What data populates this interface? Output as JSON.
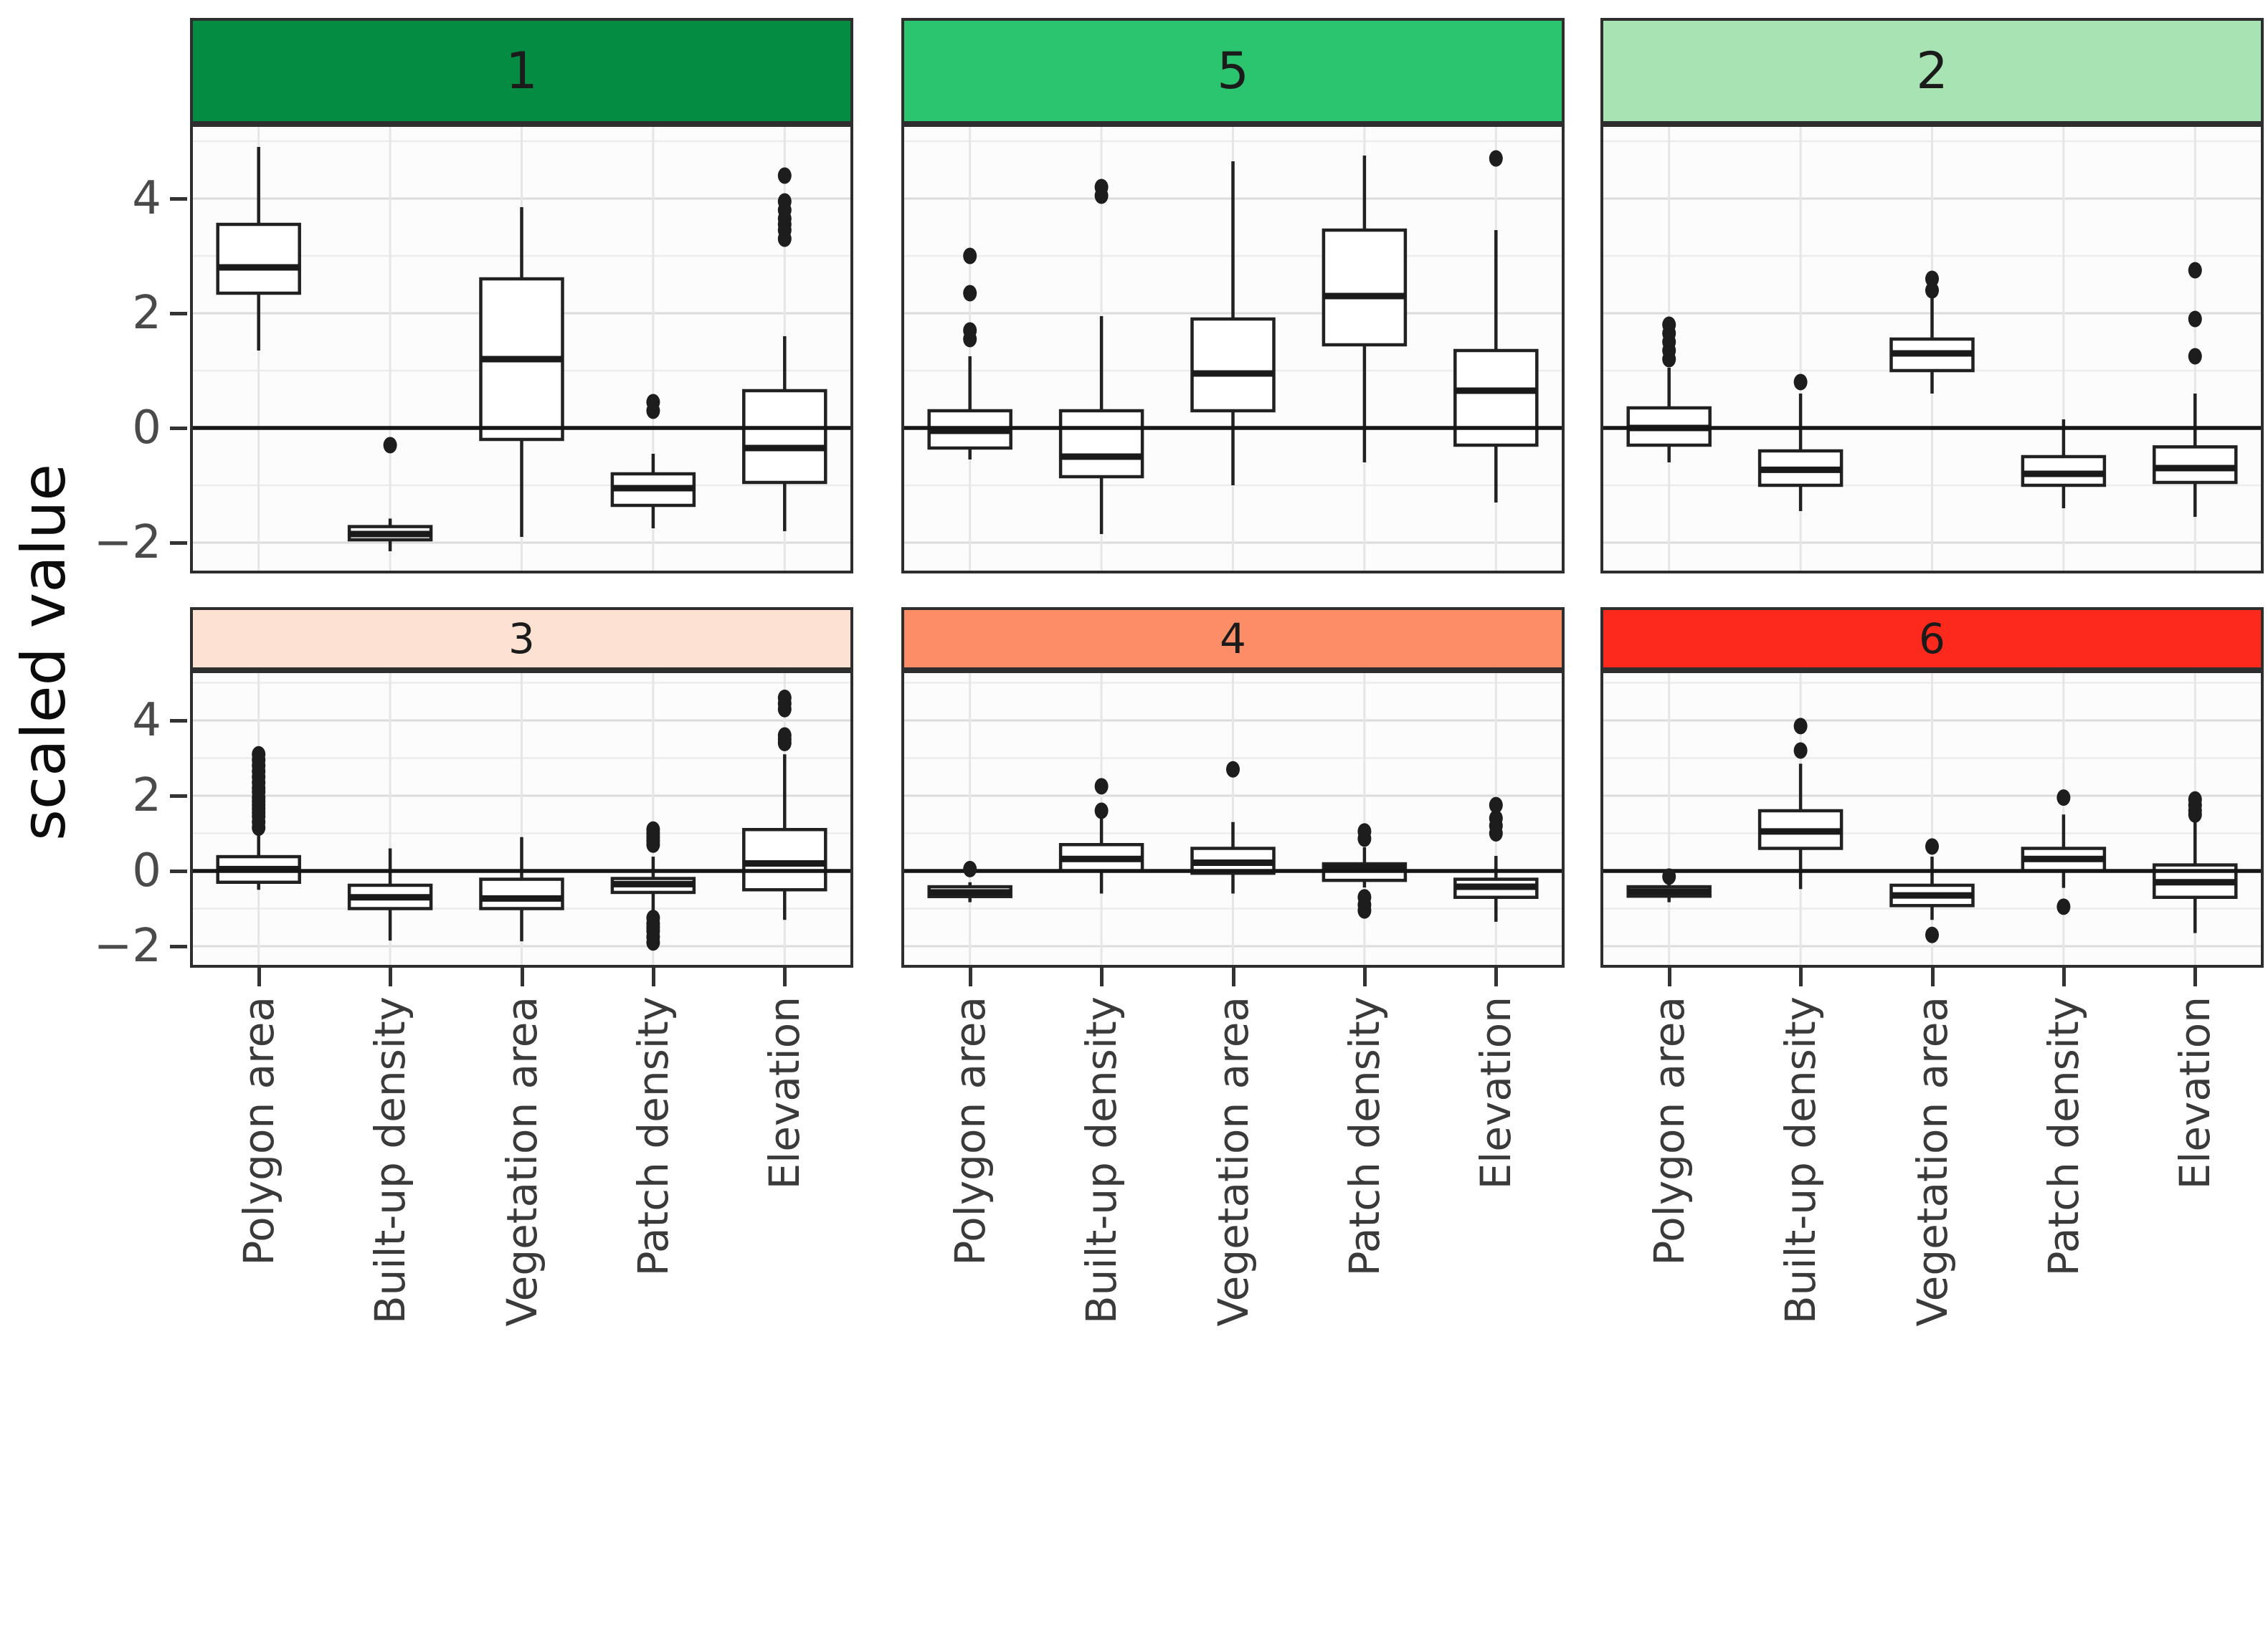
{
  "figure": {
    "ylabel": "scaled value",
    "ytick_labels": [
      "4",
      "2",
      "0",
      "−2"
    ]
  },
  "chart_data": {
    "type": "boxplot",
    "title": "",
    "xlabel": "",
    "ylabel": "scaled value",
    "ylim": [
      -2.55,
      5.3
    ],
    "yticks": [
      4,
      2,
      0,
      -2
    ],
    "grid": "on",
    "reference_line_y": 0,
    "legend_position": "none",
    "facet_layout": [
      [
        "1",
        "5",
        "2"
      ],
      [
        "3",
        "4",
        "6"
      ]
    ],
    "categories": [
      "Polygon area",
      "Built-up density",
      "Vegetation area",
      "Patch density",
      "Elevation"
    ],
    "panels": [
      {
        "facet": "1",
        "row": 0,
        "col": 0,
        "header_color": "#048C43",
        "boxes": [
          {
            "category": "Polygon area",
            "whisker_low": 1.35,
            "q1": 2.35,
            "median": 2.8,
            "q3": 3.55,
            "whisker_high": 4.9,
            "outliers": []
          },
          {
            "category": "Built-up density",
            "whisker_low": -2.15,
            "q1": -1.95,
            "median": -1.85,
            "q3": -1.72,
            "whisker_high": -1.58,
            "outliers": [
              -0.3
            ]
          },
          {
            "category": "Vegetation area",
            "whisker_low": -1.9,
            "q1": -0.2,
            "median": 1.2,
            "q3": 2.6,
            "whisker_high": 3.85,
            "outliers": []
          },
          {
            "category": "Patch density",
            "whisker_low": -1.75,
            "q1": -1.35,
            "median": -1.05,
            "q3": -0.8,
            "whisker_high": -0.45,
            "outliers": [
              0.3,
              0.45
            ]
          },
          {
            "category": "Elevation",
            "whisker_low": -1.8,
            "q1": -0.95,
            "median": -0.35,
            "q3": 0.65,
            "whisker_high": 1.6,
            "outliers": [
              3.3,
              3.45,
              3.55,
              3.65,
              3.8,
              3.95,
              4.4
            ]
          }
        ]
      },
      {
        "facet": "5",
        "row": 0,
        "col": 1,
        "header_color": "#2BC46F",
        "boxes": [
          {
            "category": "Polygon area",
            "whisker_low": -0.55,
            "q1": -0.35,
            "median": -0.05,
            "q3": 0.3,
            "whisker_high": 1.25,
            "outliers": [
              1.55,
              1.7,
              2.35,
              3.0
            ]
          },
          {
            "category": "Built-up density",
            "whisker_low": -1.85,
            "q1": -0.85,
            "median": -0.5,
            "q3": 0.3,
            "whisker_high": 1.95,
            "outliers": [
              4.05,
              4.2
            ]
          },
          {
            "category": "Vegetation area",
            "whisker_low": -1.0,
            "q1": 0.3,
            "median": 0.95,
            "q3": 1.9,
            "whisker_high": 4.65,
            "outliers": []
          },
          {
            "category": "Patch density",
            "whisker_low": -0.6,
            "q1": 1.45,
            "median": 2.3,
            "q3": 3.45,
            "whisker_high": 4.75,
            "outliers": []
          },
          {
            "category": "Elevation",
            "whisker_low": -1.3,
            "q1": -0.3,
            "median": 0.65,
            "q3": 1.35,
            "whisker_high": 3.45,
            "outliers": [
              4.7
            ]
          }
        ]
      },
      {
        "facet": "2",
        "row": 0,
        "col": 2,
        "header_color": "#A7E3B3",
        "boxes": [
          {
            "category": "Polygon area",
            "whisker_low": -0.6,
            "q1": -0.3,
            "median": 0.0,
            "q3": 0.35,
            "whisker_high": 1.05,
            "outliers": [
              1.2,
              1.35,
              1.5,
              1.65,
              1.8
            ]
          },
          {
            "category": "Built-up density",
            "whisker_low": -1.45,
            "q1": -1.0,
            "median": -0.73,
            "q3": -0.4,
            "whisker_high": 0.6,
            "outliers": [
              0.8
            ]
          },
          {
            "category": "Vegetation area",
            "whisker_low": 0.6,
            "q1": 1.0,
            "median": 1.3,
            "q3": 1.55,
            "whisker_high": 2.3,
            "outliers": [
              2.4,
              2.6
            ]
          },
          {
            "category": "Patch density",
            "whisker_low": -1.4,
            "q1": -1.0,
            "median": -0.8,
            "q3": -0.5,
            "whisker_high": 0.15,
            "outliers": []
          },
          {
            "category": "Elevation",
            "whisker_low": -1.55,
            "q1": -0.95,
            "median": -0.7,
            "q3": -0.33,
            "whisker_high": 0.6,
            "outliers": [
              1.25,
              1.9,
              2.75
            ]
          }
        ]
      },
      {
        "facet": "3",
        "row": 1,
        "col": 0,
        "header_color": "#FDE1D3",
        "boxes": [
          {
            "category": "Polygon area",
            "whisker_low": -0.5,
            "q1": -0.3,
            "median": 0.05,
            "q3": 0.38,
            "whisker_high": 1.05,
            "outliers": [
              1.15,
              1.3,
              1.45,
              1.55,
              1.65,
              1.75,
              1.85,
              1.95,
              2.1,
              2.2,
              2.35,
              2.5,
              2.65,
              2.8,
              2.95,
              3.1
            ]
          },
          {
            "category": "Built-up density",
            "whisker_low": -1.85,
            "q1": -1.0,
            "median": -0.7,
            "q3": -0.38,
            "whisker_high": 0.6,
            "outliers": []
          },
          {
            "category": "Vegetation area",
            "whisker_low": -1.87,
            "q1": -1.0,
            "median": -0.73,
            "q3": -0.22,
            "whisker_high": 0.9,
            "outliers": []
          },
          {
            "category": "Patch density",
            "whisker_low": -1.15,
            "q1": -0.57,
            "median": -0.35,
            "q3": -0.2,
            "whisker_high": 0.38,
            "outliers": [
              0.7,
              0.8,
              0.9,
              1.0,
              1.1,
              -1.25,
              -1.4,
              -1.5,
              -1.6,
              -1.75,
              -1.9
            ]
          },
          {
            "category": "Elevation",
            "whisker_low": -1.3,
            "q1": -0.5,
            "median": 0.2,
            "q3": 1.1,
            "whisker_high": 3.1,
            "outliers": [
              3.4,
              3.5,
              3.6,
              4.3,
              4.45,
              4.6
            ]
          }
        ]
      },
      {
        "facet": "4",
        "row": 1,
        "col": 1,
        "header_color": "#FC8D66",
        "boxes": [
          {
            "category": "Polygon area",
            "whisker_low": -0.83,
            "q1": -0.68,
            "median": -0.57,
            "q3": -0.42,
            "whisker_high": -0.3,
            "outliers": [
              0.05
            ]
          },
          {
            "category": "Built-up density",
            "whisker_low": -0.6,
            "q1": 0.0,
            "median": 0.32,
            "q3": 0.7,
            "whisker_high": 1.45,
            "outliers": [
              1.6,
              2.25
            ]
          },
          {
            "category": "Vegetation area",
            "whisker_low": -0.6,
            "q1": -0.06,
            "median": 0.22,
            "q3": 0.6,
            "whisker_high": 1.3,
            "outliers": [
              2.7
            ]
          },
          {
            "category": "Patch density",
            "whisker_low": -0.44,
            "q1": -0.25,
            "median": 0.1,
            "q3": 0.19,
            "whisker_high": 0.63,
            "outliers": [
              0.86,
              1.05,
              -0.7,
              -0.9,
              -1.05
            ]
          },
          {
            "category": "Elevation",
            "whisker_low": -1.35,
            "q1": -0.7,
            "median": -0.42,
            "q3": -0.22,
            "whisker_high": 0.4,
            "outliers": [
              1.0,
              1.2,
              1.4,
              1.75
            ]
          }
        ]
      },
      {
        "facet": "6",
        "row": 1,
        "col": 2,
        "header_color": "#FE291D",
        "boxes": [
          {
            "category": "Polygon area",
            "whisker_low": -0.83,
            "q1": -0.67,
            "median": -0.55,
            "q3": -0.42,
            "whisker_high": -0.3,
            "outliers": [
              -0.15
            ]
          },
          {
            "category": "Built-up density",
            "whisker_low": -0.48,
            "q1": 0.6,
            "median": 1.05,
            "q3": 1.6,
            "whisker_high": 2.85,
            "outliers": [
              3.2,
              3.85
            ]
          },
          {
            "category": "Vegetation area",
            "whisker_low": -1.3,
            "q1": -0.92,
            "median": -0.65,
            "q3": -0.38,
            "whisker_high": 0.38,
            "outliers": [
              0.65,
              -1.7
            ]
          },
          {
            "category": "Patch density",
            "whisker_low": -0.45,
            "q1": 0.0,
            "median": 0.32,
            "q3": 0.6,
            "whisker_high": 1.5,
            "outliers": [
              1.95,
              -0.95
            ]
          },
          {
            "category": "Elevation",
            "whisker_low": -1.65,
            "q1": -0.7,
            "median": -0.3,
            "q3": 0.16,
            "whisker_high": 1.35,
            "outliers": [
              1.5,
              1.6,
              1.75,
              1.9
            ]
          }
        ]
      }
    ]
  }
}
